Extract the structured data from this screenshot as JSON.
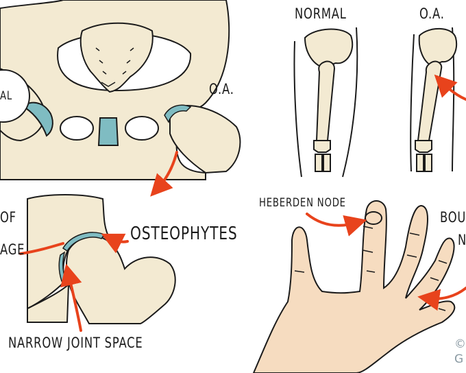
{
  "labels": {
    "pelvis_left_partial": "AL",
    "pelvis_right": "O.A.",
    "femur_normal": "NORMAL",
    "femur_oa": "O.A.",
    "hip_loss_partial_1": "OF",
    "hip_loss_partial_2": "AGE",
    "osteophytes": "OSTEOPHYTES",
    "narrow_joint": "NARROW JOINT SPACE",
    "heberden": "HEBERDEN NODE",
    "bouchard_partial_1": "BOU",
    "bouchard_partial_2": "N",
    "copyright_partial_1": "©",
    "copyright_partial_2": "G"
  },
  "colors": {
    "bone": "#f3ead2",
    "cartilage": "#7fbcc2",
    "arrow": "#e8431c",
    "skin": "#f6dcc0",
    "outline": "#1b1b1b"
  }
}
